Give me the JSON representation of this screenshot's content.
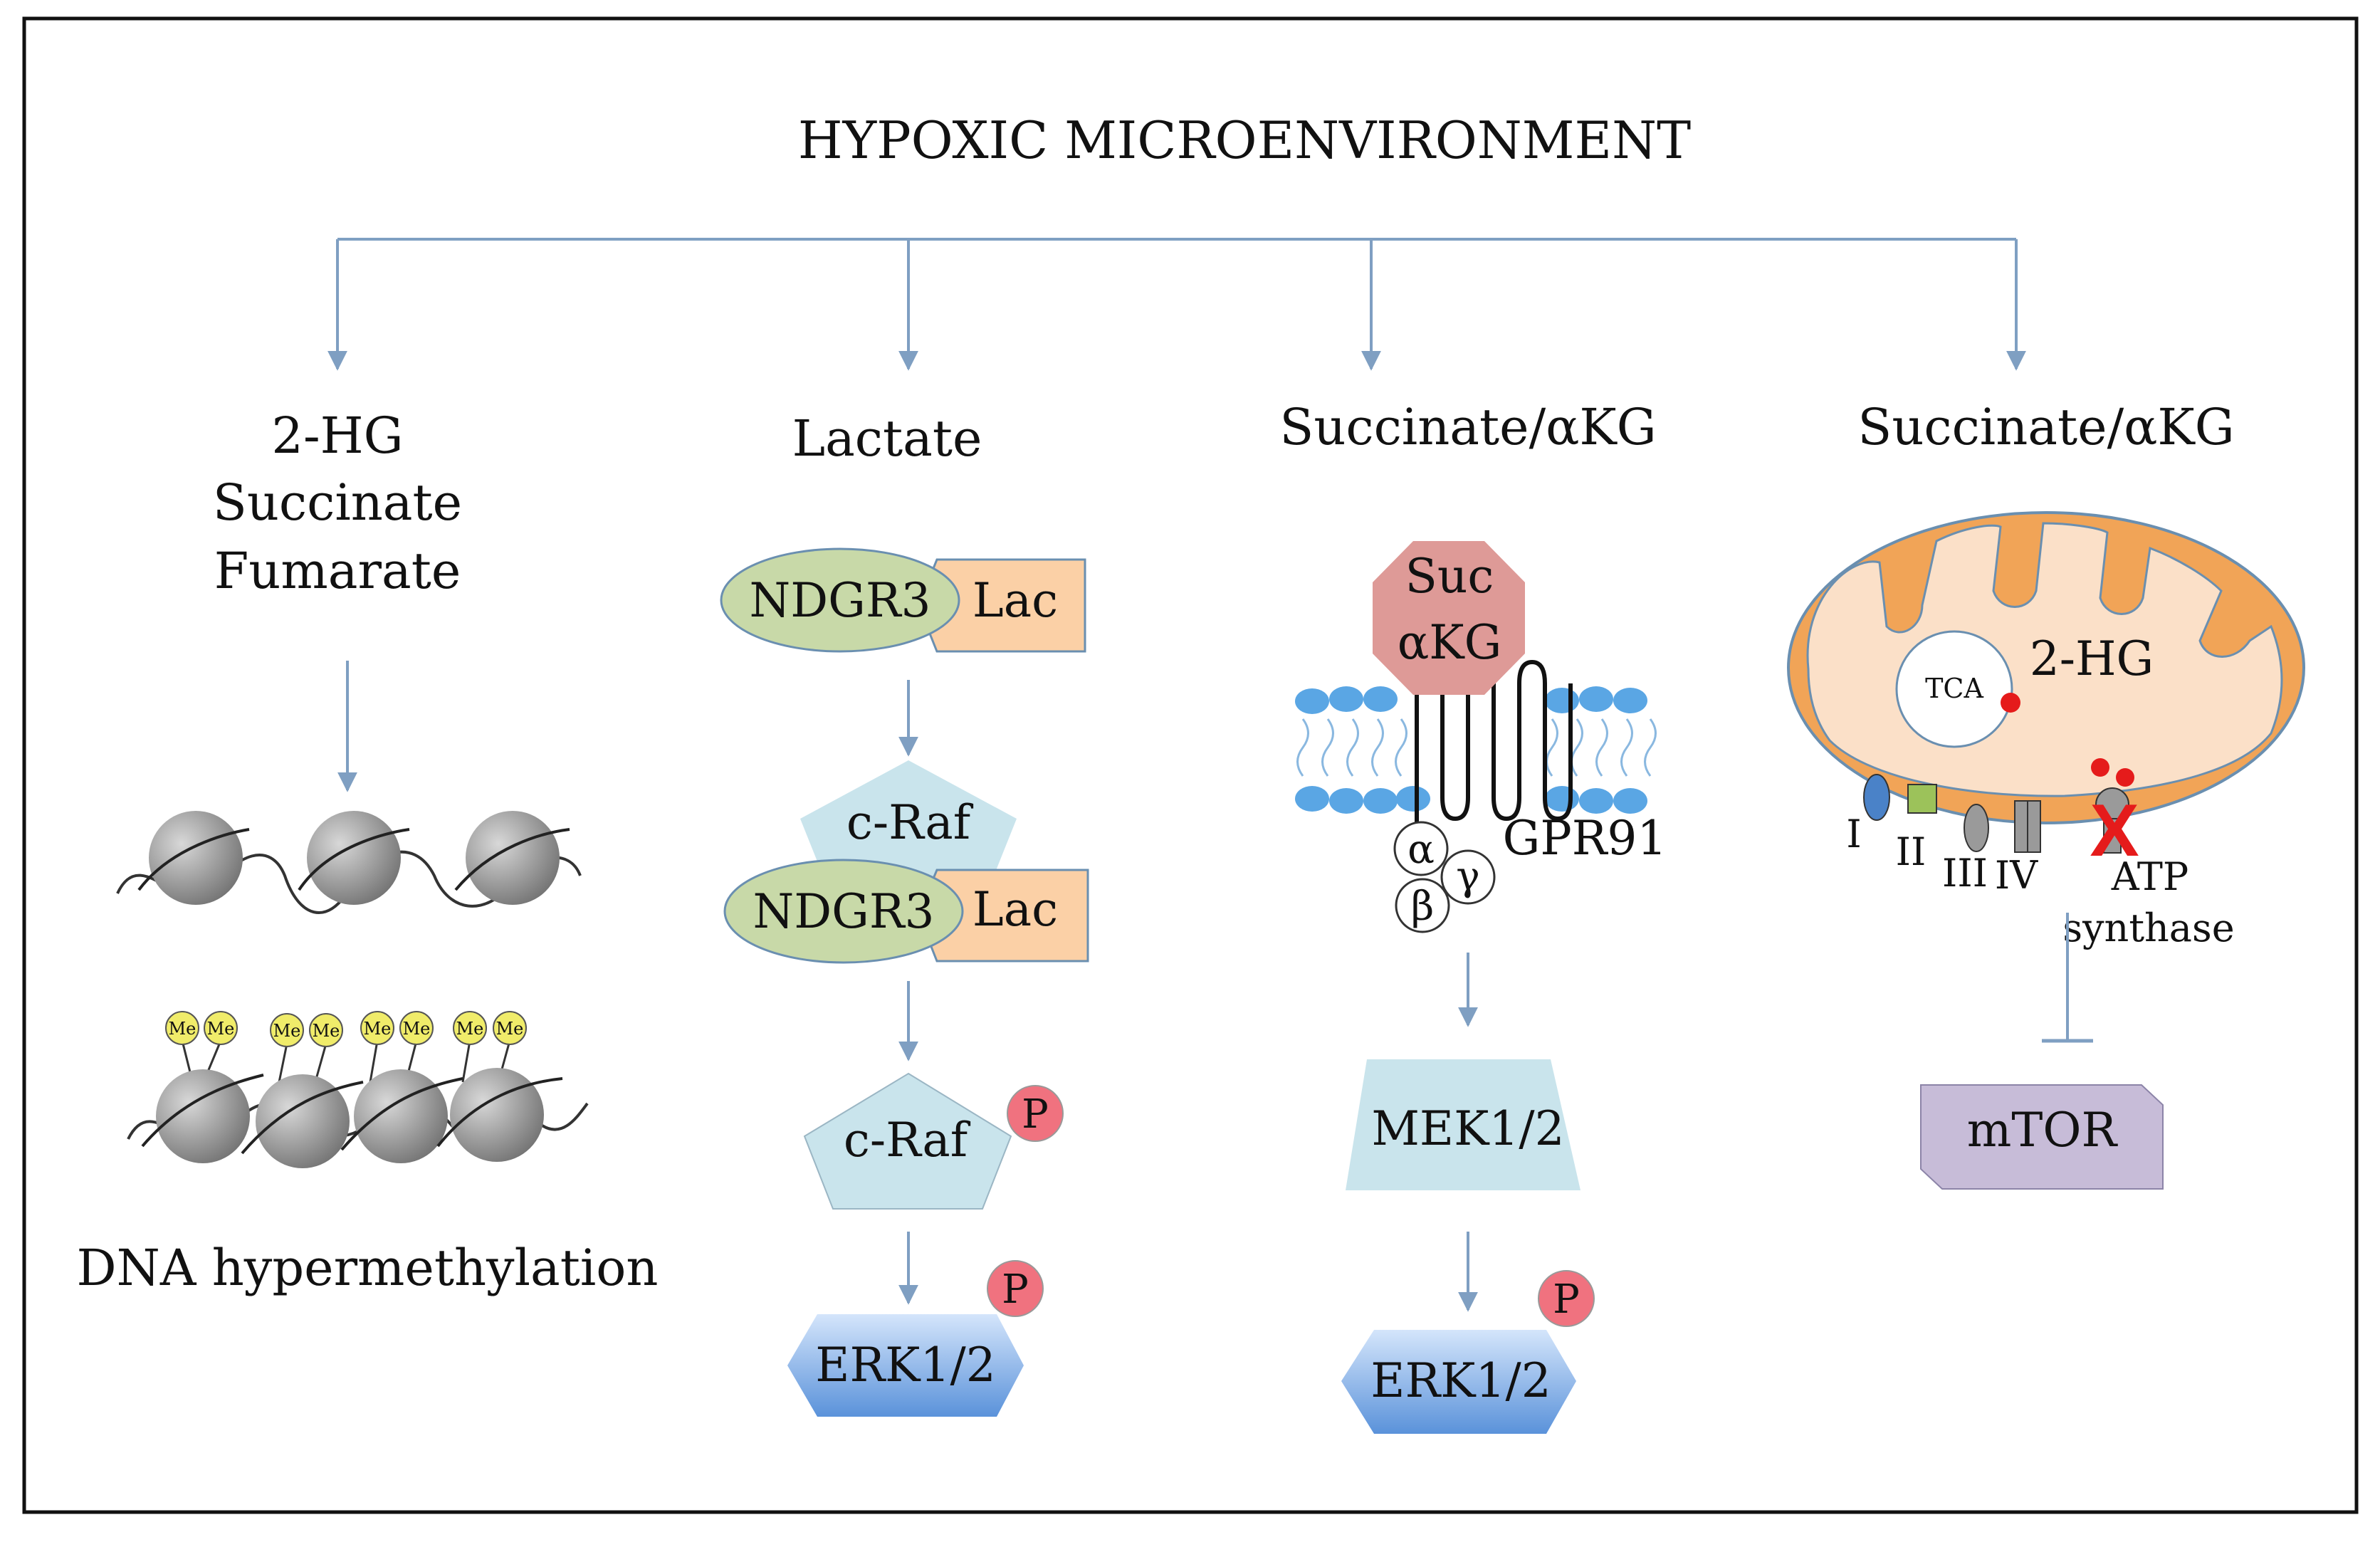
{
  "title": "HYPOXIC MICROENVIRONMENT",
  "colors": {
    "connector": "#7f9fc2",
    "nucleosome": "#8e8e8e",
    "methyl": "#f0ec6a",
    "ndgr3": "#c8d9a8",
    "lac": "#fbd0a6",
    "craf": "#c9e4ec",
    "phospho": "#f0727f",
    "erk_top": "#cfe2fb",
    "erk_bottom": "#5a92da",
    "suc_octagon": "#de9a97",
    "lipid": "#5aa6e4",
    "mek": "#c9e4ec",
    "mito_outer": "#f1a457",
    "mito_inner": "#fbe0c8",
    "complex_I": "#4a82c8",
    "complex_II": "#9cc25a",
    "complex_gray": "#9a9a9a",
    "inhibit_x": "#e51b1b",
    "red_dot": "#e51b1b",
    "mtor": "#c7bcd8"
  },
  "panel1": {
    "metabolites": [
      "2-HG",
      "Succinate",
      "Fumarate"
    ],
    "methyl_label": "Me",
    "outcome": "DNA hypermethylation"
  },
  "panel2": {
    "metabolite": "Lactate",
    "ndgr3_label": "NDGR3",
    "lac_label": "Lac",
    "craf_label": "c-Raf",
    "phospho_label": "P",
    "erk_label": "ERK1/2"
  },
  "panel3": {
    "metabolite": "Succinate/αKG",
    "ligand_line1": "Suc",
    "ligand_line2": "αKG",
    "receptor_label": "GPR91",
    "g_alpha": "α",
    "g_gamma": "γ",
    "g_beta": "β",
    "mek_label": "MEK1/2",
    "phospho_label": "P",
    "erk_label": "ERK1/2"
  },
  "panel4": {
    "metabolite": "Succinate/αKG",
    "tca_label": "TCA",
    "hg_label": "2-HG",
    "complexes": [
      "I",
      "II",
      "III",
      "IV"
    ],
    "atp_line1": "ATP",
    "atp_line2": "synthase",
    "inhibit_mark": "X",
    "mtor_label": "mTOR"
  }
}
